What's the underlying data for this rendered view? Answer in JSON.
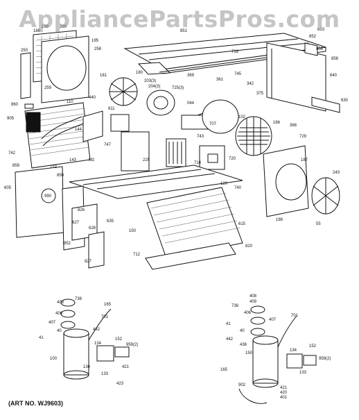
{
  "watermark": "AppliancePartsPros.com",
  "art_number": "(ART NO. WJ9603)",
  "labels": {
    "top_cover": "853",
    "l_851": "851",
    "l_852": "852",
    "l_856": "856",
    "l_858": "858",
    "l_718": "718",
    "l_640": "640",
    "l_630": "630",
    "l_186": "186",
    "l_199": "199",
    "l_290": "290",
    "l_195": "195",
    "l_258": "258",
    "l_250": "250",
    "l_860": "860",
    "l_905": "905",
    "l_440": "440",
    "l_110": "110",
    "l_742": "742",
    "l_859": "859",
    "l_181": "181",
    "l_180": "180",
    "l_203": "203(3)",
    "l_204": "204(3)",
    "l_725": "725(3)",
    "l_369": "369",
    "l_745": "745",
    "l_361": "361",
    "l_375": "375",
    "l_342": "342",
    "l_166": "166",
    "l_729": "729",
    "l_368": "368",
    "l_811": "811",
    "l_044": "044",
    "l_102": "102",
    "l_707": "707",
    "l_743": "743",
    "l_144": "144",
    "l_747": "747",
    "l_143": "143",
    "l_m2": "M2",
    "l_732": "732",
    "l_850": "850",
    "l_225": "225",
    "l_716": "716",
    "l_720": "720",
    "l_615": "615",
    "l_120": "120",
    "l_740": "740",
    "l_187": "187",
    "l_243": "243",
    "l_188": "188",
    "l_55": "55",
    "l_605": "605",
    "l_990": "990",
    "l_826": "826",
    "l_627": "627",
    "l_628": "628",
    "l_852b": "852",
    "l_635": "635",
    "l_150": "150",
    "l_712": "712",
    "l_820": "820",
    "l_827": "827",
    "l_738": "738",
    "l_408": "408",
    "l_406": "406",
    "l_407": "407",
    "l_40": "40",
    "l_41": "41",
    "l_442": "442",
    "l_701": "701",
    "l_165": "165",
    "l_959": "959(2)",
    "l_152": "152",
    "l_100": "100",
    "l_134": "134",
    "l_136": "136",
    "l_133": "133",
    "l_421": "421",
    "l_423": "423",
    "r_408": "408",
    "r_409": "409",
    "r_738": "738",
    "r_406": "406",
    "r_407": "407",
    "r_40": "40",
    "r_41": "41",
    "r_442": "442",
    "r_701": "701",
    "r_436": "436",
    "r_150": "150",
    "r_134": "134",
    "r_152": "152",
    "r_959": "959(2)",
    "r_133": "133",
    "r_421": "421",
    "r_401": "401",
    "r_165": "165",
    "r_420": "420",
    "r_902": "902"
  }
}
